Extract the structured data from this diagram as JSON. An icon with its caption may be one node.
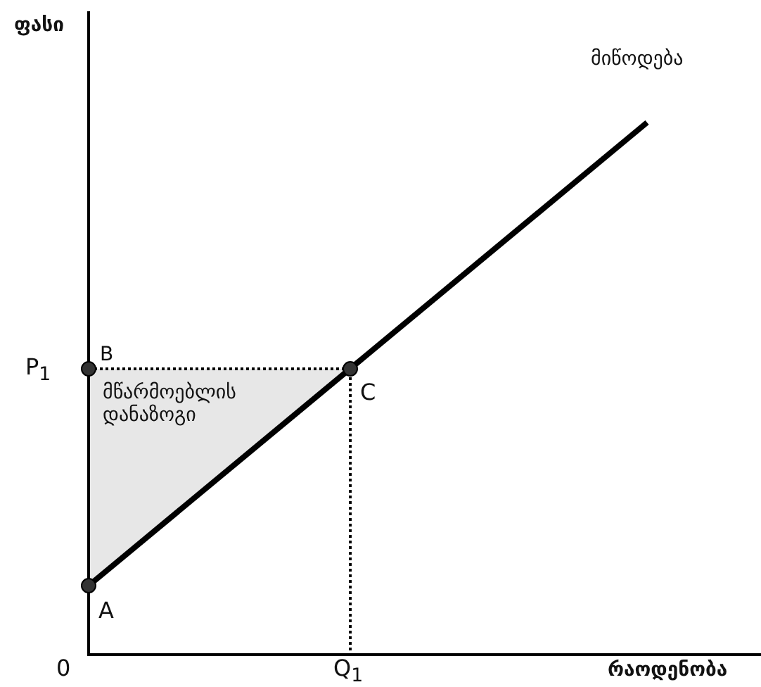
{
  "diagram": {
    "labels": [
      "ფასი",
      "მიწოდება",
      "B",
      "P$_{1}$",
      "მწარმოებლის დანაზოგი",
      "C",
      "A",
      "0",
      "Q$_{1}$",
      "რაოდენობა"
    ]
  }
}
